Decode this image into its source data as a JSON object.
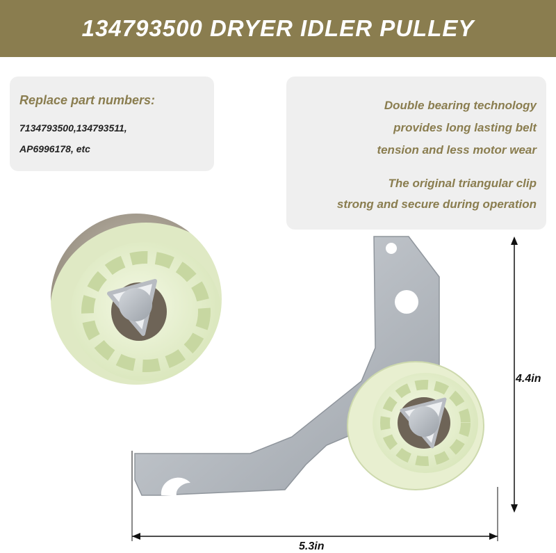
{
  "banner": {
    "title": "134793500 DRYER IDLER PULLEY",
    "color": "#8a7d4f"
  },
  "replace_card": {
    "heading": "Replace part numbers:",
    "lines": [
      "7134793500,134793511,",
      "AP6996178, etc"
    ]
  },
  "features_card": {
    "lines": [
      "Double bearing technology",
      "provides long lasting belt",
      "tension and less motor wear",
      "The original triangular clip",
      "strong and secure during operation"
    ]
  },
  "dimensions": {
    "height": "4.4in",
    "width": "5.3in"
  },
  "colors": {
    "accent": "#8a7d4f",
    "pulley": "#e6f0cf",
    "bracket": "#b9bec4"
  }
}
